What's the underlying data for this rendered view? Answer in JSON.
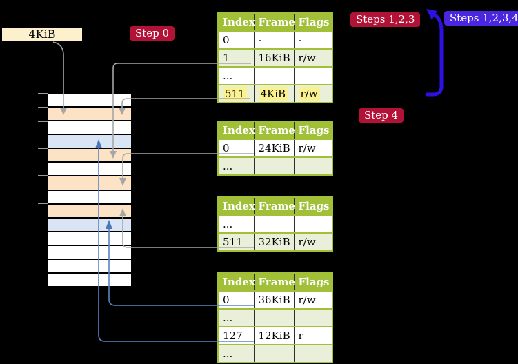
{
  "size_label": "4KiB",
  "badges": {
    "step0": "Step 0",
    "steps123": "Steps 1,2,3",
    "steps1234": "Steps 1,2,3,4",
    "step4": "Step 4"
  },
  "page_tables": [
    {
      "headers": [
        "Index",
        "Frame",
        "Flags"
      ],
      "rows": [
        {
          "cells": [
            "0",
            "-",
            "-"
          ],
          "shaded": false,
          "highlight": false
        },
        {
          "cells": [
            "1",
            "16KiB",
            "r/w"
          ],
          "shaded": true,
          "highlight": false
        },
        {
          "cells": [
            "...",
            "",
            ""
          ],
          "shaded": false,
          "highlight": false
        },
        {
          "cells": [
            "511",
            "4KiB",
            "r/w"
          ],
          "shaded": true,
          "highlight": true
        }
      ]
    },
    {
      "headers": [
        "Index",
        "Frame",
        "Flags"
      ],
      "rows": [
        {
          "cells": [
            "0",
            "24KiB",
            "r/w"
          ],
          "shaded": false,
          "highlight": false
        },
        {
          "cells": [
            "...",
            "",
            ""
          ],
          "shaded": true,
          "highlight": false
        }
      ]
    },
    {
      "headers": [
        "Index",
        "Frame",
        "Flags"
      ],
      "rows": [
        {
          "cells": [
            "...",
            "",
            ""
          ],
          "shaded": false,
          "highlight": false
        },
        {
          "cells": [
            "511",
            "32KiB",
            "r/w"
          ],
          "shaded": true,
          "highlight": false
        }
      ]
    },
    {
      "headers": [
        "Index",
        "Frame",
        "Flags"
      ],
      "rows": [
        {
          "cells": [
            "0",
            "36KiB",
            "r/w"
          ],
          "shaded": false,
          "highlight": false
        },
        {
          "cells": [
            "...",
            "",
            ""
          ],
          "shaded": true,
          "highlight": false
        },
        {
          "cells": [
            "127",
            "12KiB",
            "r"
          ],
          "shaded": false,
          "highlight": false
        },
        {
          "cells": [
            "...",
            "",
            ""
          ],
          "shaded": true,
          "highlight": false
        }
      ]
    }
  ],
  "memory_column": {
    "rows": [
      "white",
      "peach",
      "white",
      "blue",
      "peach",
      "white",
      "peach",
      "white",
      "peach",
      "blue",
      "white",
      "white",
      "white",
      "white"
    ]
  },
  "colors": {
    "table_header_green": "#a2c037",
    "table_row_green": "#e9efd9",
    "highlight_yellow": "#faf291",
    "frame_peach": "#fce3c6",
    "frame_light_blue": "#d9e5f5",
    "label_cream": "#fdf0cc",
    "badge_crimson": "#b11236",
    "badge_blue": "#4a26e0",
    "loop_arrow_blue": "#2c11e0",
    "connector_grey": "#a6a6a6",
    "connector_blue": "#5b83c3"
  }
}
